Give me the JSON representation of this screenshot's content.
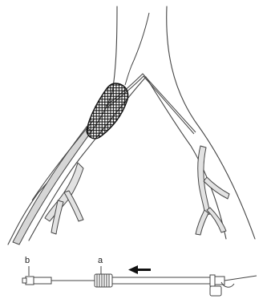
{
  "labels": {
    "a": "a",
    "b": "b"
  },
  "colors": {
    "line": "#444444",
    "vessel_fill": "#e2e2e2",
    "stent": "#111111",
    "background": "#ffffff"
  },
  "arrow_direction": "left"
}
